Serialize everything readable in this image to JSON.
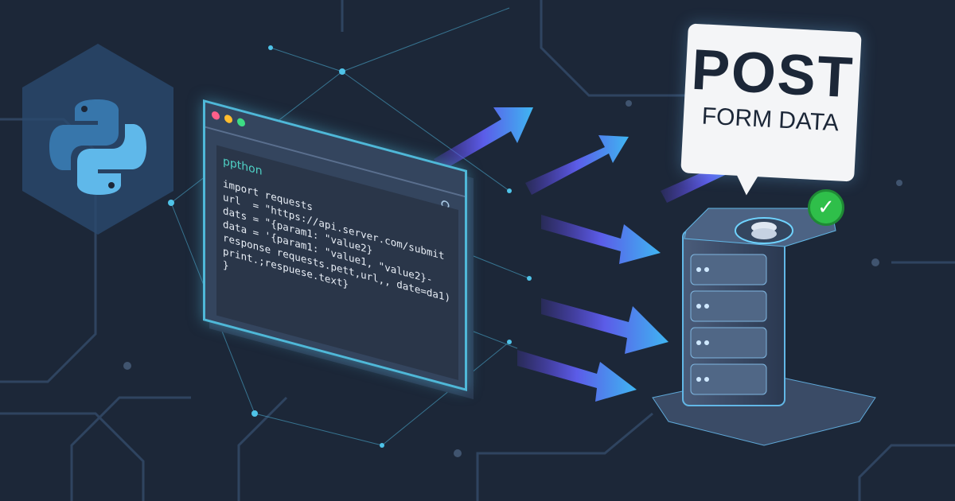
{
  "code_window": {
    "language_label": "ppthon",
    "code_lines": [
      "import requests",
      "url  = \"https://api.server.com/submit",
      "dats = \"{param1: \"value2}",
      "data = '{param1: \"value1, \"value2}-",
      "response requests.pett,url,, date=da1)",
      "print.;respuese.text}",
      "}"
    ],
    "dot_colors": [
      "#ff5f8a",
      "#ffbd2e",
      "#3ddc84"
    ]
  },
  "bubble": {
    "title": "POST",
    "subtitle": "FORM DATA"
  },
  "status_icon": "checkmark-icon",
  "colors": {
    "background": "#1c2738",
    "accent": "#4fb8d8",
    "python_blue": "#3776ab",
    "python_light": "#5fb8ea"
  }
}
